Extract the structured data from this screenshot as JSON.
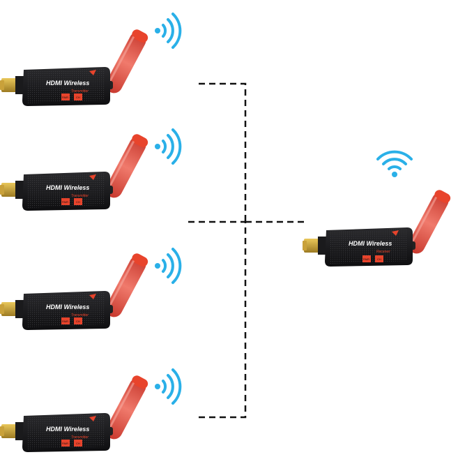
{
  "diagram": {
    "transmitters": [
      {
        "label": "HDMI Wireless",
        "sublabel": "Transmitter",
        "button_left": "PAIR",
        "button_right": "CH"
      },
      {
        "label": "HDMI Wireless",
        "sublabel": "Transmitter",
        "button_left": "PAIR",
        "button_right": "CH"
      },
      {
        "label": "HDMI Wireless",
        "sublabel": "Transmitter",
        "button_left": "PAIR",
        "button_right": "CH"
      },
      {
        "label": "HDMI Wireless",
        "sublabel": "Transmitter",
        "button_left": "PAIR",
        "button_right": "CH"
      }
    ],
    "receiver": {
      "label": "HDMI Wireless",
      "sublabel": "Receiver",
      "button_left": "PAIR",
      "button_right": "CH"
    },
    "colors": {
      "body": "#1d1d1f",
      "accent": "#e8442c",
      "antenna": "#e8574a",
      "signal": "#2ab0e8",
      "connector": "#c9a13a",
      "line": "#111111"
    },
    "icons": {
      "signal": "wifi-signal-icon",
      "antenna": "antenna-icon",
      "connector": "hdmi-connector-icon"
    }
  }
}
